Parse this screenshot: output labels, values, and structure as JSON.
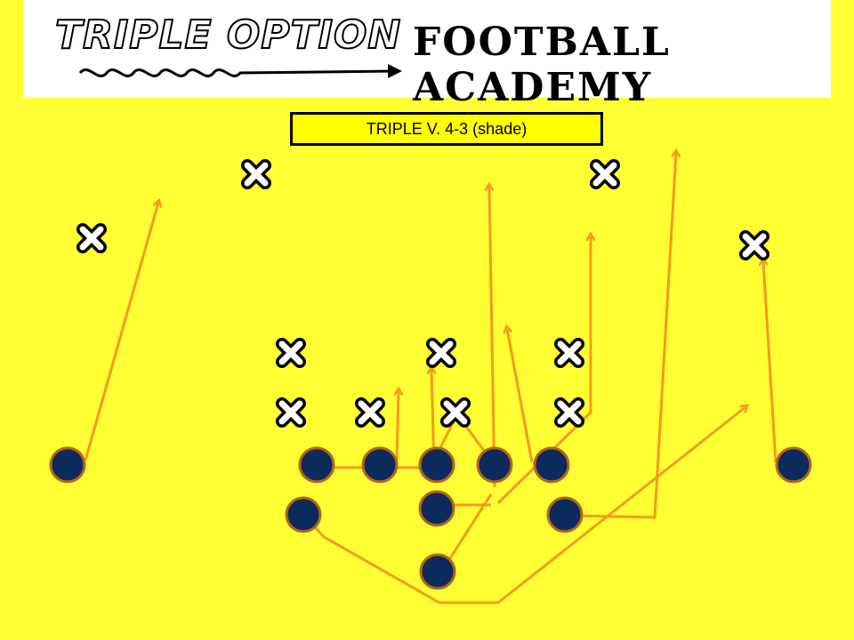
{
  "banner": {
    "brand_left": "TRIPLE OPTION",
    "brand_right": "FOOTBALL ACADEMY"
  },
  "play": {
    "title": "TRIPLE V. 4-3 (shade)"
  },
  "colors": {
    "background": "#ffff33",
    "route": "#f39c1a",
    "offense_fill": "#0d2a5c",
    "offense_stroke": "#b5651d",
    "defense_fill": "#ffffff",
    "defense_stroke": "#000000"
  },
  "legend_symbols": {
    "offense": "circle",
    "defense": "x-mark"
  }
}
